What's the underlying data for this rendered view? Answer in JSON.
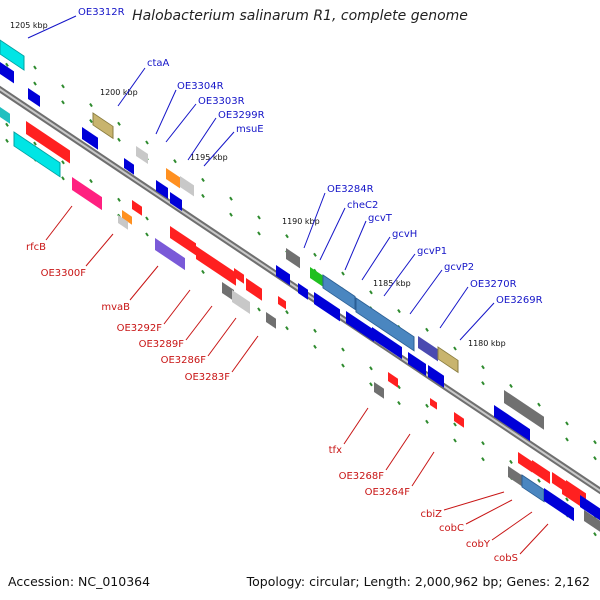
{
  "title": "Halobacterium salinarum R1, complete genome",
  "footer": {
    "accession": "Accession: NC_010364",
    "topology": "Topology: circular; Length: 2,000,962 bp; Genes: 2,162"
  },
  "colors": {
    "backbone": "#8c8c8c",
    "tick": "#2e8b2e",
    "forward_label": "#1515c8",
    "reverse_label": "#c81515",
    "kbp_label": "#111111"
  },
  "kbp_markers": [
    "1205 kbp",
    "1200 kbp",
    "1195 kbp",
    "1190 kbp",
    "1185 kbp",
    "1180 kbp"
  ],
  "forward_labels": [
    "OE3312R",
    "ctaA",
    "OE3304R",
    "OE3303R",
    "OE3299R",
    "msuE",
    "OE3284R",
    "cheC2",
    "gcvT",
    "gcvH",
    "gcvP1",
    "gcvP2",
    "OE3270R",
    "OE3269R"
  ],
  "reverse_labels": [
    "rfcB",
    "OE3300F",
    "mvaB",
    "OE3292F",
    "OE3289F",
    "OE3286F",
    "OE3283F",
    "tfx",
    "OE3268F",
    "OE3264F",
    "cbiZ",
    "cobC",
    "cobY",
    "cobS"
  ]
}
